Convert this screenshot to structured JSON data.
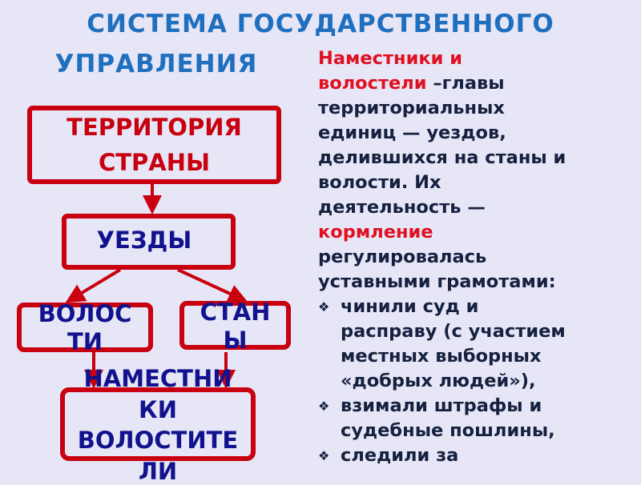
{
  "title": {
    "line1": "СИСТЕМА ГОСУДАРСТВЕННОГО",
    "line2": "УПРАВЛЕНИЯ"
  },
  "diagram": {
    "territory": [
      "ТЕРРИТОРИЯ",
      "СТРАНЫ"
    ],
    "uezdy": "УЕЗДЫ",
    "volosti": [
      "ВОЛОС",
      "ТИ"
    ],
    "stany": [
      "СТАН",
      "Ы"
    ],
    "namestniki": [
      "НАМЕСТНИ",
      "КИ",
      "ВОЛОСТИТЕ",
      "ЛИ"
    ],
    "colors": {
      "box_border": "#c8000f",
      "label": "#12128e",
      "territory_label": "#c8000f"
    }
  },
  "text": {
    "lines": [
      {
        "red": "Наместники и",
        "rest": ""
      },
      {
        "red": "волостели",
        "rest": " –главы"
      },
      {
        "red": "",
        "rest": "территориальных"
      },
      {
        "red": "",
        "rest": "единиц  —   уездов,"
      },
      {
        "red": "",
        "rest": "делившихся на станы и"
      },
      {
        "red": "",
        "rest": "волости. Их"
      },
      {
        "red": "",
        "rest": "деятельность —"
      },
      {
        "red": "кормление",
        "rest": ""
      },
      {
        "red": "",
        "rest": "регулировалась"
      },
      {
        "red": "",
        "rest": "уставными грамотами:"
      }
    ],
    "bullet_icon": "diamond-four-dots-icon",
    "bullets": [
      [
        "чинили  суд и",
        "расправу (с участием",
        "местных выборных",
        "«добрых людей»),"
      ],
      [
        "взимали штрафы и",
        "судебные пошлины,"
      ],
      [
        "следили за"
      ]
    ]
  }
}
